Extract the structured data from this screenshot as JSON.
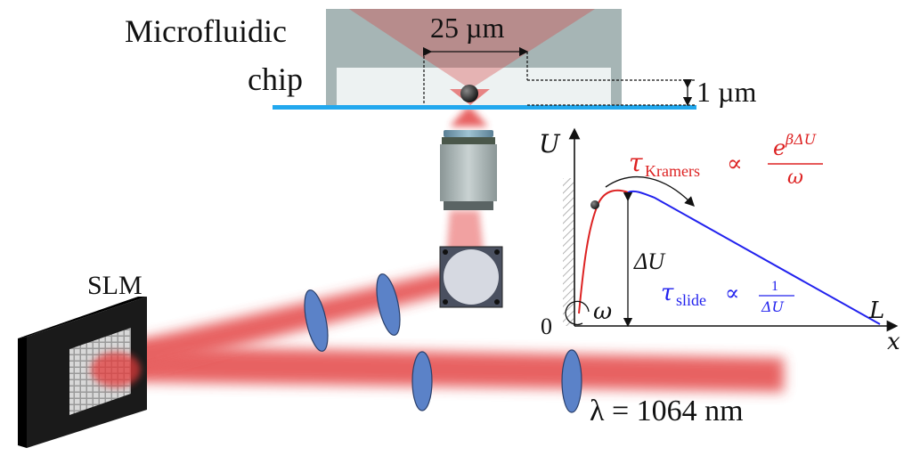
{
  "labels": {
    "chip_line1": "Microfluidic",
    "chip_line2": "chip",
    "width_dim": "25 µm",
    "height_dim": "1 µm",
    "slm": "SLM",
    "wavelength": "λ = 1064 nm"
  },
  "plot": {
    "y_axis": "U",
    "x_axis": "x",
    "origin": "0",
    "barrier": "ΔU",
    "end_point": "L",
    "omega": "ω",
    "kramers_tau": "τ",
    "kramers_sub": "Kramers",
    "kramers_prop": "∝",
    "kramers_num": "e",
    "kramers_exp": "βΔU",
    "kramers_den": "ω",
    "slide_tau": "τ",
    "slide_sub": "slide",
    "slide_prop": "∝",
    "slide_num": "1",
    "slide_den": "ΔU"
  },
  "colors": {
    "laser": "#dd2222",
    "kramers": "#dd2222",
    "slide": "#2222ee",
    "coverslip": "#22a8ee",
    "lens": "#5b82c8",
    "chip_wall": "#a6b5b5"
  }
}
